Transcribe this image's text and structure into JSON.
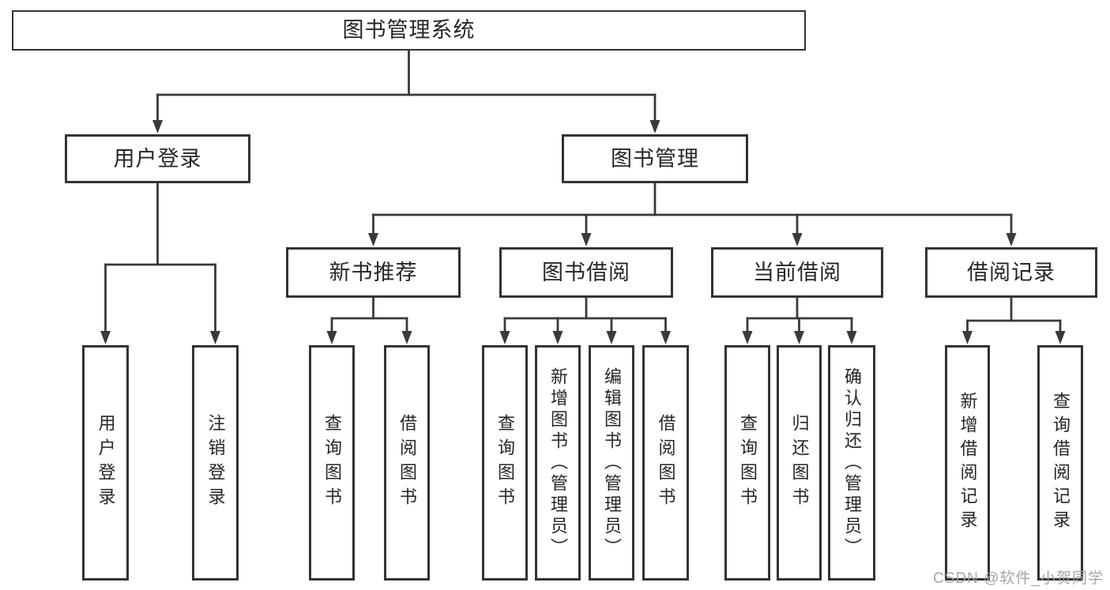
{
  "colors": {
    "line": "#3a3a3a",
    "box_border": "#333333",
    "box_fill": "#ffffff",
    "text": "#262626",
    "watermark": "#9e9e9e"
  },
  "watermark": {
    "text": "CSDN @软件_小贺同学"
  },
  "diagram": {
    "nodes": [
      {
        "id": "root",
        "label": "图书管理系统",
        "orientation": "horizontal"
      },
      {
        "id": "user-login",
        "label": "用户登录",
        "orientation": "horizontal"
      },
      {
        "id": "book-mgmt",
        "label": "图书管理",
        "orientation": "horizontal"
      },
      {
        "id": "new-book-rec",
        "label": "新书推荐",
        "orientation": "horizontal"
      },
      {
        "id": "book-borrow",
        "label": "图书借阅",
        "orientation": "horizontal"
      },
      {
        "id": "current-borrow",
        "label": "当前借阅",
        "orientation": "horizontal"
      },
      {
        "id": "borrow-record",
        "label": "借阅记录",
        "orientation": "horizontal"
      },
      {
        "id": "leaf-user-login",
        "label": "用户登录",
        "orientation": "vertical"
      },
      {
        "id": "leaf-logout",
        "label": "注销登录",
        "orientation": "vertical"
      },
      {
        "id": "leaf-nb-query",
        "label": "查询图书",
        "orientation": "vertical"
      },
      {
        "id": "leaf-nb-borrow",
        "label": "借阅图书",
        "orientation": "vertical"
      },
      {
        "id": "leaf-bb-query",
        "label": "查询图书",
        "orientation": "vertical"
      },
      {
        "id": "leaf-bb-add",
        "label": "新增图书（管理员）",
        "orientation": "vertical"
      },
      {
        "id": "leaf-bb-edit",
        "label": "编辑图书（管理员）",
        "orientation": "vertical"
      },
      {
        "id": "leaf-bb-borrow",
        "label": "借阅图书",
        "orientation": "vertical"
      },
      {
        "id": "leaf-cb-query",
        "label": "查询图书",
        "orientation": "vertical"
      },
      {
        "id": "leaf-cb-return",
        "label": "归还图书",
        "orientation": "vertical"
      },
      {
        "id": "leaf-cb-confirm",
        "label": "确认归还（管理员）",
        "orientation": "vertical"
      },
      {
        "id": "leaf-br-add",
        "label": "新增借阅记录",
        "orientation": "vertical"
      },
      {
        "id": "leaf-br-query",
        "label": "查询借阅记录",
        "orientation": "vertical"
      }
    ],
    "edges": [
      {
        "from": "root",
        "children": [
          "user-login",
          "book-mgmt"
        ]
      },
      {
        "from": "user-login",
        "children": [
          "leaf-user-login",
          "leaf-logout"
        ]
      },
      {
        "from": "book-mgmt",
        "children": [
          "new-book-rec",
          "book-borrow",
          "current-borrow",
          "borrow-record"
        ]
      },
      {
        "from": "new-book-rec",
        "children": [
          "leaf-nb-query",
          "leaf-nb-borrow"
        ]
      },
      {
        "from": "book-borrow",
        "children": [
          "leaf-bb-query",
          "leaf-bb-add",
          "leaf-bb-edit",
          "leaf-bb-borrow"
        ]
      },
      {
        "from": "current-borrow",
        "children": [
          "leaf-cb-query",
          "leaf-cb-return",
          "leaf-cb-confirm"
        ]
      },
      {
        "from": "borrow-record",
        "children": [
          "leaf-br-add",
          "leaf-br-query"
        ]
      }
    ]
  }
}
